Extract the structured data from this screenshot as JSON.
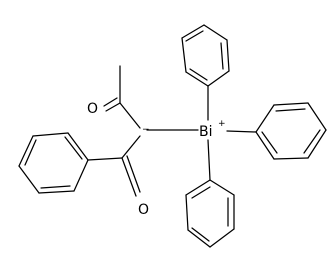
{
  "structure": {
    "atoms": {
      "bismuth": "Bi",
      "bismuth_charge": "+",
      "carbanion_charge": "−",
      "acetyl_oxygen": "O",
      "benzoyl_oxygen": "O"
    },
    "substituents": [
      "acetyl",
      "benzoyl",
      "phenyl",
      "phenyl",
      "phenyl"
    ]
  }
}
